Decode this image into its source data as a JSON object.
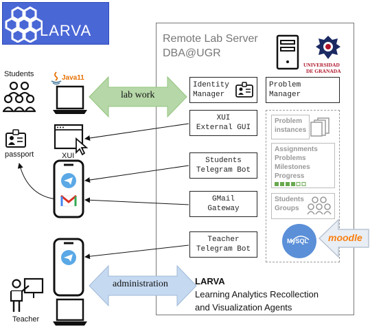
{
  "logo": {
    "text": "LARVA"
  },
  "server": {
    "title_line1": "Remote Lab Server",
    "title_line2": "DBA@UGR"
  },
  "university": {
    "line1": "UNIVERSIDAD",
    "line2": "DE GRANADA"
  },
  "modules": {
    "identity": [
      "Identity",
      "Manager"
    ],
    "problem": [
      "Problem",
      "Manager"
    ],
    "xui": [
      "XUI",
      "External GUI"
    ],
    "students_bot": [
      "Students",
      "Telegram Bot"
    ],
    "gmail": [
      "GMail",
      "Gateway"
    ],
    "teacher_bot": [
      "Teacher",
      "Telegram Bot"
    ]
  },
  "docs": {
    "problem_instances": [
      "Problem",
      "instances"
    ],
    "assignments": [
      "Assignments",
      "Problems",
      "Milestones",
      "Progress"
    ],
    "students_groups": [
      "Students",
      "Groups"
    ]
  },
  "labels": {
    "students": "Students",
    "passport": "passport",
    "xui": "XUI",
    "teacher": "Teacher",
    "java": "Java11",
    "mysql": "MySQL",
    "moodle": "moodle"
  },
  "arrows": {
    "lab_work": "lab work",
    "administration": "administration"
  },
  "larva": {
    "title": "LARVA",
    "line1": "Learning Analytics Recollection",
    "line2": "and Visualization Agents"
  },
  "colors": {
    "logo_bg": "#4a67d6",
    "lab_work_arrow": "#b6d7a8",
    "administration_arrow": "#c5d9f1",
    "progress_green": "#6aa84f",
    "moodle_orange": "#f98012"
  }
}
